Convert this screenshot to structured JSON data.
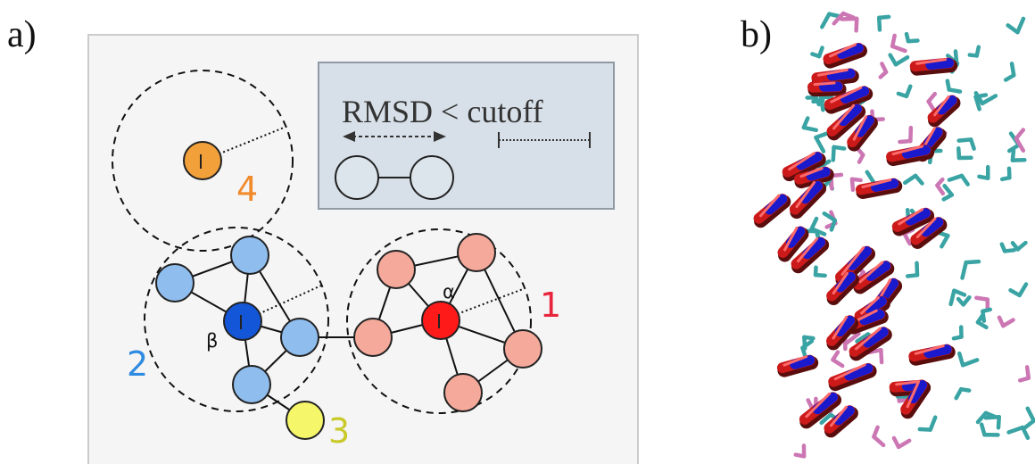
{
  "panels": {
    "a_label": "a)",
    "b_label": "b)"
  },
  "legend": {
    "rmsd_text": "RMSD < cutoff"
  },
  "clusters": [
    {
      "id": "1",
      "label": "1",
      "color": "#e8253a",
      "center_greek": "α",
      "node_color": "#f4a99b",
      "center_color": "#ff1a1a"
    },
    {
      "id": "2",
      "label": "2",
      "color": "#2f8be0",
      "center_greek": "β",
      "node_color": "#8fbdee",
      "center_color": "#1456d8"
    },
    {
      "id": "3",
      "label": "3",
      "color": "#c9c92a",
      "node_color": "#f6f66a"
    },
    {
      "id": "4",
      "label": "4",
      "color": "#f08a2a",
      "node_color": "#f2a03a"
    }
  ],
  "colors": {
    "panel_bg": "#f5f5f5",
    "panel_border": "#cccccc",
    "legend_bg": "#d7e0e8",
    "legend_border": "#909aa4",
    "mol_red": "#cc1a1a",
    "mol_blue": "#1a1acc",
    "mol_teal": "#3aa3a3",
    "mol_pink": "#cc77b4"
  },
  "icons": [
    "double-arrow-icon",
    "cutoff-bar-icon",
    "connected-circles-icon",
    "molecular-render-icon"
  ]
}
